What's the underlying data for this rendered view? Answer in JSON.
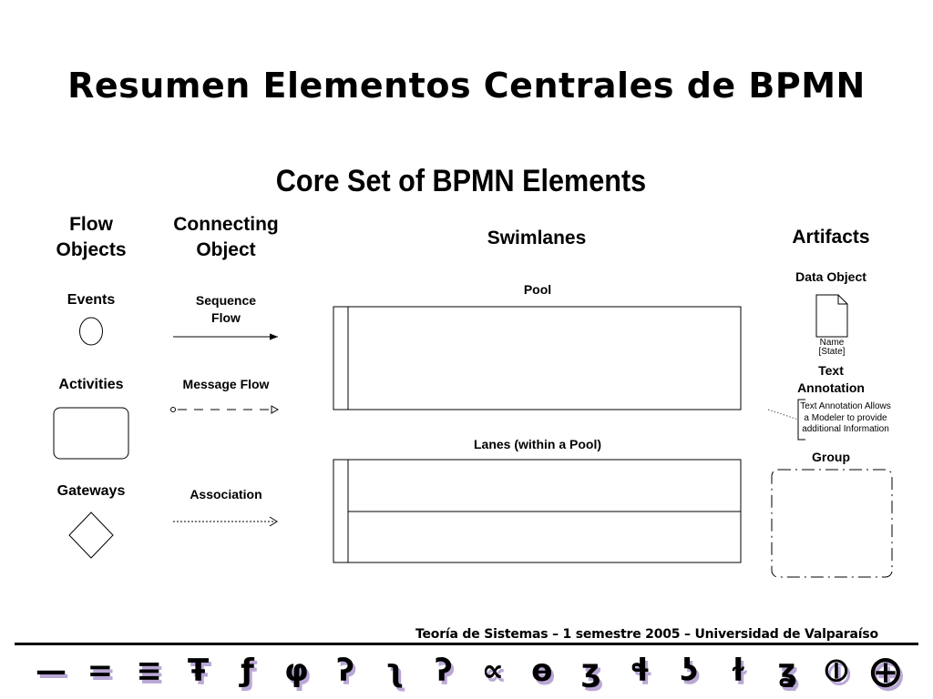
{
  "slide": {
    "title": "Resumen Elementos Centrales de BPMN",
    "footer": "Teoría de Sistemas – 1 semestre 2005 – Universidad de Valparaíso"
  },
  "figure": {
    "title": "Core Set of BPMN Elements",
    "columns": {
      "flow_objects": [
        "Flow",
        "Objects"
      ],
      "connecting_object": [
        "Connecting",
        "Object"
      ],
      "swimlanes": "Swimlanes",
      "artifacts": "Artifacts"
    },
    "flow_objects": {
      "events": "Events",
      "activities": "Activities",
      "gateways": "Gateways"
    },
    "connecting_objects": {
      "sequence_flow": [
        "Sequence",
        "Flow"
      ],
      "message_flow": "Message Flow",
      "association": "Association"
    },
    "swimlanes": {
      "pool": "Pool",
      "lanes": "Lanes (within a Pool)"
    },
    "artifacts": {
      "data_object": "Data Object",
      "data_object_caption": [
        "Name",
        "[State]"
      ],
      "text_annotation": [
        "Text",
        "Annotation"
      ],
      "text_annotation_body": [
        "Text Annotation Allows",
        "a Modeler to provide",
        "additional Information"
      ],
      "group": "Group"
    }
  },
  "decor": {
    "glyphs": [
      "—",
      "=",
      "≡",
      "Ŧ",
      "ƒ",
      "φ",
      "ʔ",
      "ʅ",
      "ʔ",
      "∝",
      "ɵ",
      "ʒ",
      "ɬ",
      "ʖ",
      "ɫ",
      "ʓ",
      "⦶",
      "⨁"
    ]
  }
}
